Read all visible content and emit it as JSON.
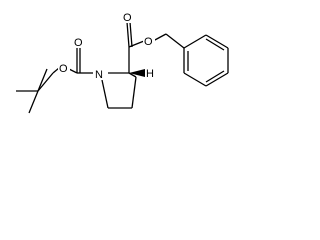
{
  "molecule": {
    "atoms": {
      "ring_nitrogen": "N",
      "boc_carbonyl_oxygen": "O",
      "boc_ester_oxygen": "O",
      "ester_carbonyl_oxygen": "O",
      "ester_oxygen": "O",
      "stereo_hydrogen": "H"
    }
  }
}
